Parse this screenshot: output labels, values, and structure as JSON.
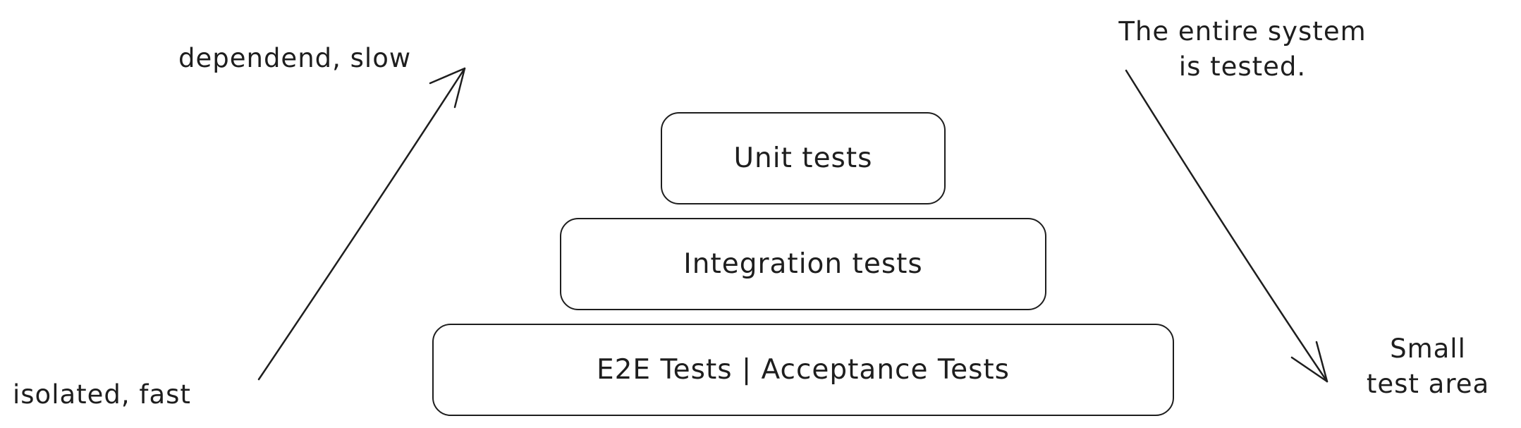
{
  "diagram": {
    "pyramid": [
      {
        "id": "unit",
        "label": "Unit tests"
      },
      {
        "id": "integration",
        "label": "Integration tests"
      },
      {
        "id": "e2e",
        "label": "E2E Tests | Acceptance Tests"
      }
    ],
    "left_axis": {
      "top_label": "dependend, slow",
      "bottom_label": "isolated, fast"
    },
    "right_axis": {
      "top_label_line1": "The entire system",
      "top_label_line2": "is tested.",
      "bottom_label_line1": "Small",
      "bottom_label_line2": "test area"
    },
    "stroke_color": "#1e1e1e",
    "background_color": "#ffffff"
  }
}
